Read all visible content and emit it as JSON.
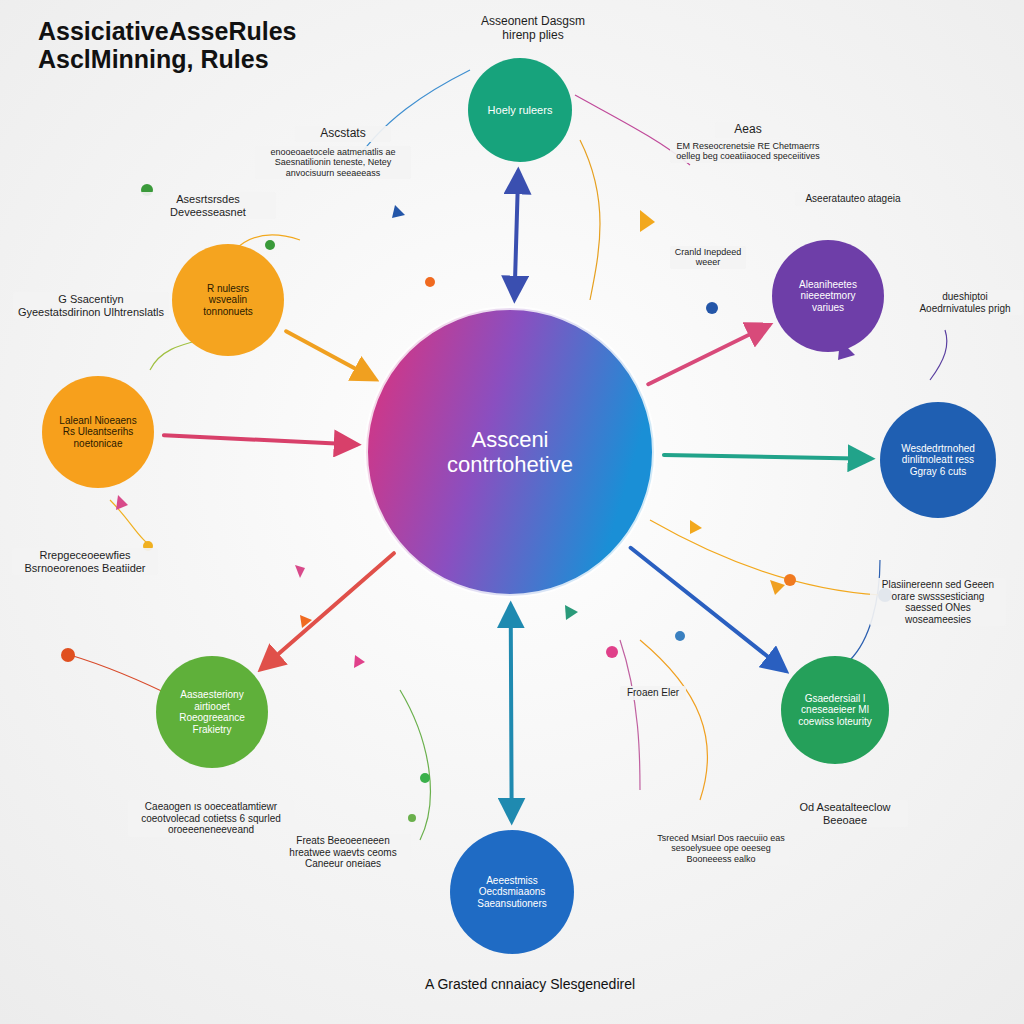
{
  "diagram": {
    "title": "AssiciativeAsseRules AsclMinning, Rules",
    "caption": "A Grasted cnnaiacy Slesgenedirel",
    "nodes": [
      {
        "text": [
          "Assceni contrtohetive"
        ]
      },
      {
        "text": [
          "Hoely ruleers"
        ]
      },
      {
        "text": [
          "R nulesrs wsvealin tonnonuets"
        ]
      },
      {
        "text": [
          "Laleanl Nioeaens Rs Uleantserihs noetonicae"
        ]
      },
      {
        "text": [
          "Aleaniheetes nieeeetmory variues"
        ]
      },
      {
        "text": [
          "Wesdedrtrnohed dinlitnoleatt ress Ggray 6 cuts"
        ]
      },
      {
        "text": [
          "Aasaesteriony airtiooet Roeogreeance Frakietry"
        ]
      },
      {
        "text": [
          "Gsaedersiail l cneseaeieer Ml coewiss loteurity"
        ]
      },
      {
        "text": [
          "Aeeestmiss Oecdsmiaaons Saeansutioners"
        ]
      }
    ],
    "edges": [
      {
        "from": 0,
        "to": 1,
        "arrow": "both"
      },
      {
        "from": 2,
        "to": 0,
        "arrow": "to"
      },
      {
        "from": 3,
        "to": 0,
        "arrow": "to"
      },
      {
        "from": 0,
        "to": 4,
        "arrow": "to"
      },
      {
        "from": 0,
        "to": 5,
        "arrow": "to"
      },
      {
        "from": 0,
        "to": 6,
        "arrow": "to"
      },
      {
        "from": 0,
        "to": 7,
        "arrow": "to"
      },
      {
        "from": 0,
        "to": 8,
        "arrow": "both"
      }
    ],
    "labels": [
      "Asseonent Dasgsm hirenp plies",
      "Ascstats",
      "enooeoaetocele aatmenatlis ae Saesnatilionin teneste, Netey anvocisuurn seeaeeass",
      "Asesrtsrsdes Deveesseasnet",
      "G Ssacentiyn Gyeestatsdirinon Ulhtrenslatls",
      "Aeas",
      "EM Reseocrenetsie RE Chetmaerrs oelleg beg coeatiiaoced speceiitives",
      "Aseeratauteo atageia",
      "Cranld Inepdeed weeer",
      "dueshiptoi Aoedrnivatules prigh",
      "Rrepgeceoeewfies Bsrnoeorenoes Beatiider",
      "Plasiinereenn sed Geeen orare swsssesticiang saessed ONes woseameesies",
      "Froaen Eler",
      "Caeaogen ıs ooeceatlamtiewr coeotvolecad cotietss 6 squrled oroeeeneneeveand",
      "Freats Beeoeeneeen hreatwee waevts ceoms Caneeur oneiaes",
      "Od Aseatalteeclow Beeoaee",
      "Tsreced Msiarl Dos raecuiio eas sesoelysuee ope oeeseg Booneeess ealko"
    ]
  }
}
